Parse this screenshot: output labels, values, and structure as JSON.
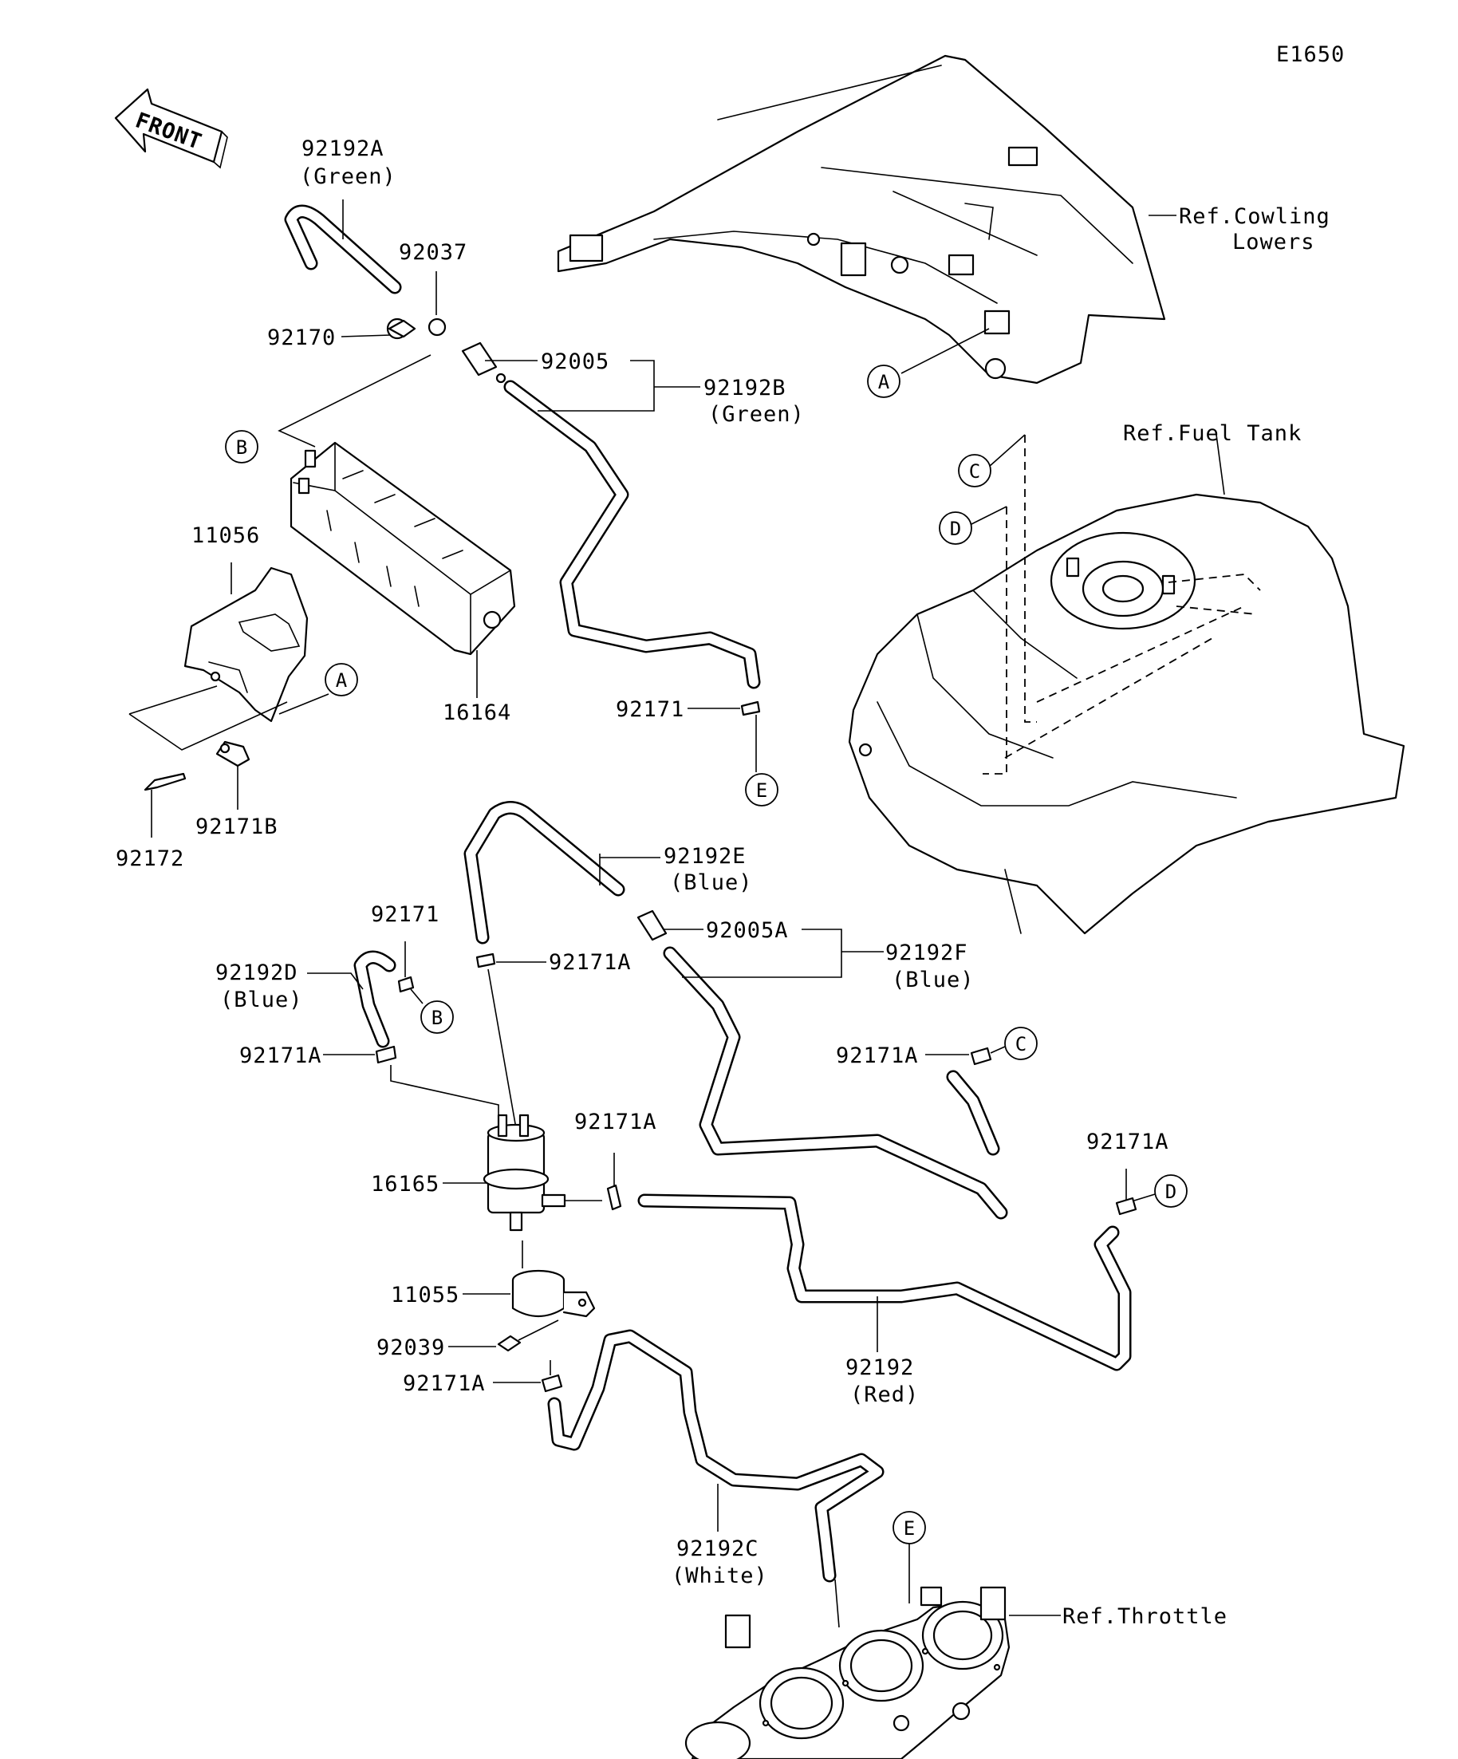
{
  "diagram_code": "E1650",
  "front_arrow": {
    "text": "FRONT",
    "icon": "front-direction-arrow-icon"
  },
  "references": {
    "cowling": [
      "Ref.Cowling",
      "Lowers"
    ],
    "fuel_tank": "Ref.Fuel Tank",
    "throttle": "Ref.Throttle"
  },
  "parts": {
    "p92192A": [
      "92192A",
      "(Green)"
    ],
    "p92037": "92037",
    "p92170": "92170",
    "p92005": "92005",
    "p92192B": [
      "92192B",
      "(Green)"
    ],
    "p11056": "11056",
    "p16164": "16164",
    "p92172": "92172",
    "p92171B": "92171B",
    "p92171_top": "92171",
    "p92192E": [
      "92192E",
      "(Blue)"
    ],
    "p92005A": "92005A",
    "p92192F": [
      "92192F",
      "(Blue)"
    ],
    "p92171_mid": "92171",
    "p92192D": [
      "92192D",
      "(Blue)"
    ],
    "p92171A_upper": "92171A",
    "p92171A_left": "92171A",
    "p92171A_c": "92171A",
    "p92171A_mid": "92171A",
    "p92171A_d": "92171A",
    "p16165": "16165",
    "p11055": "11055",
    "p92039": "92039",
    "p92171A_low": "92171A",
    "p92192": [
      "92192",
      "(Red)"
    ],
    "p92192C": [
      "92192C",
      "(White)"
    ]
  },
  "callouts": [
    "A",
    "B",
    "C",
    "D",
    "E"
  ]
}
